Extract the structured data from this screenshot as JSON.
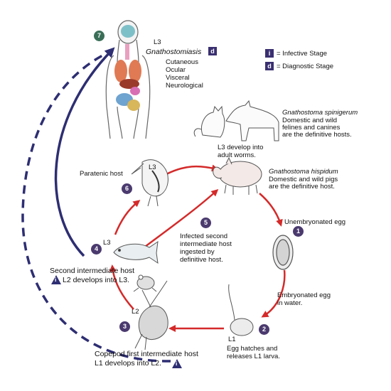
{
  "stage_badges": [
    "1",
    "2",
    "3",
    "4",
    "5",
    "6",
    "7"
  ],
  "legend": {
    "infective_symbol": "i",
    "infective_label": "= Infective Stage",
    "diagnostic_symbol": "d",
    "diagnostic_label": "= Diagnostic Stage"
  },
  "human": {
    "stage": "L3",
    "disease": "Gnathostomiasis",
    "diagnostic_symbol": "d",
    "forms": [
      "Cutaneous",
      "Ocular",
      "Visceral",
      "Neurological"
    ]
  },
  "definitive": {
    "spinigerum_name": "Gnathostoma spinigerum",
    "spinigerum_desc": [
      "Domestic and wild",
      "felines and canines",
      "are the definitive hosts."
    ],
    "hispidum_name": "Gnathostoma hispidum",
    "hispidum_desc": [
      "Domestic and wild pigs",
      "are the definitive host."
    ],
    "l3_develop": [
      "L3 develop into",
      "adult worms."
    ]
  },
  "paratenic": {
    "label": "Paratenic host",
    "stage": "L3"
  },
  "egg_stages": {
    "unembryonated": "Unembryonated egg",
    "embryonated": [
      "Embryonated egg",
      "in water."
    ],
    "hatch": [
      "Egg hatches and",
      "releases L1 larva."
    ],
    "l1": "L1"
  },
  "infected_second": [
    "Infected second",
    "intermediate host",
    "ingested by",
    "definitive host."
  ],
  "second_host": {
    "stage": "L3",
    "label": "Second intermediate host",
    "infective_symbol": "i",
    "develops": "L2 develops into L3."
  },
  "copepod": {
    "stage": "L2",
    "label": "Copepod first intermediate host",
    "develops": "L1 develops into L2.",
    "infective_symbol": "i"
  },
  "colors": {
    "arrow_red": "#d42a2a",
    "arrow_blue": "#2e2e73",
    "badge_green": "#3a6e58",
    "badge_purple": "#4a3a6e",
    "legend_navy": "#3a2f70"
  }
}
